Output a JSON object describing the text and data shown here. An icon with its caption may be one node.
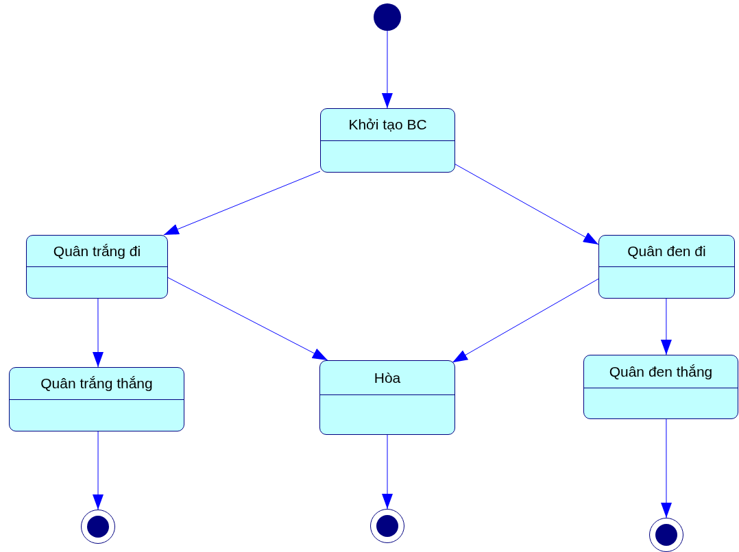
{
  "diagram": {
    "nodes": [
      {
        "text": [],
        "shape": "circle"
      },
      {
        "text": [
          "Khởi tạo BC"
        ]
      },
      {
        "text": [
          "Quân trắng đi"
        ]
      },
      {
        "text": [
          "Quân đen đi"
        ]
      },
      {
        "text": [
          "Quân trắng thắng"
        ]
      },
      {
        "text": [
          "Hòa"
        ]
      },
      {
        "text": [
          "Quân đen thắng"
        ]
      },
      {
        "text": [],
        "shape": "bullseye"
      },
      {
        "text": [],
        "shape": "bullseye"
      },
      {
        "text": [],
        "shape": "bullseye"
      }
    ],
    "edges": [
      {
        "from": 0,
        "to": 1,
        "arrow": "to"
      },
      {
        "from": 1,
        "to": 2,
        "arrow": "to"
      },
      {
        "from": 1,
        "to": 3,
        "arrow": "to"
      },
      {
        "from": 2,
        "to": 4,
        "arrow": "to"
      },
      {
        "from": 2,
        "to": 5,
        "arrow": "to"
      },
      {
        "from": 3,
        "to": 5,
        "arrow": "to"
      },
      {
        "from": 3,
        "to": 6,
        "arrow": "to"
      },
      {
        "from": 4,
        "to": 7,
        "arrow": "to"
      },
      {
        "from": 5,
        "to": 8,
        "arrow": "to"
      },
      {
        "from": 6,
        "to": 9,
        "arrow": "to"
      }
    ]
  }
}
